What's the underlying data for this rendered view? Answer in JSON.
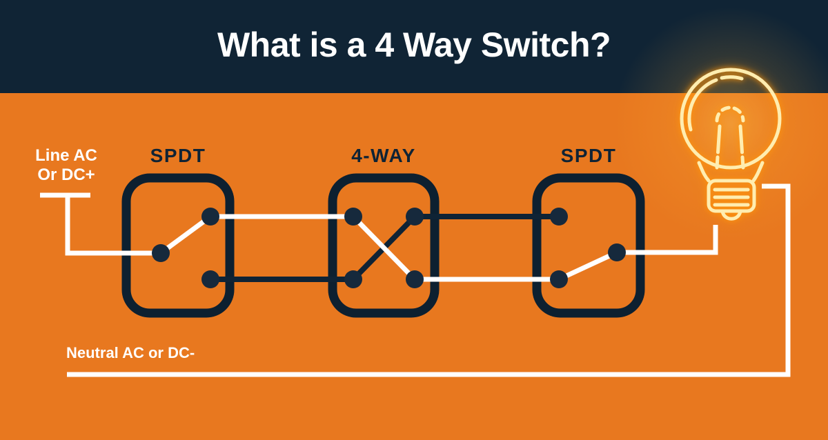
{
  "header": {
    "title": "What is a 4 Way Switch?"
  },
  "source_label": {
    "line1": "Line AC",
    "line2": "Or DC+"
  },
  "neutral_label": "Neutral AC or DC-",
  "switches": [
    {
      "label": "SPDT"
    },
    {
      "label": "4-WAY"
    },
    {
      "label": "SPDT"
    }
  ],
  "icons": {
    "bulb": "light-bulb-icon"
  },
  "colors": {
    "header_bg": "#102435",
    "body_bg": "#E8781F",
    "wire_light": "#FFFFFF",
    "wire_dark": "#0F2335",
    "switch_outline": "#0D2030",
    "terminal_dot": "#16293C",
    "bulb_stroke": "#FFEDB0"
  }
}
